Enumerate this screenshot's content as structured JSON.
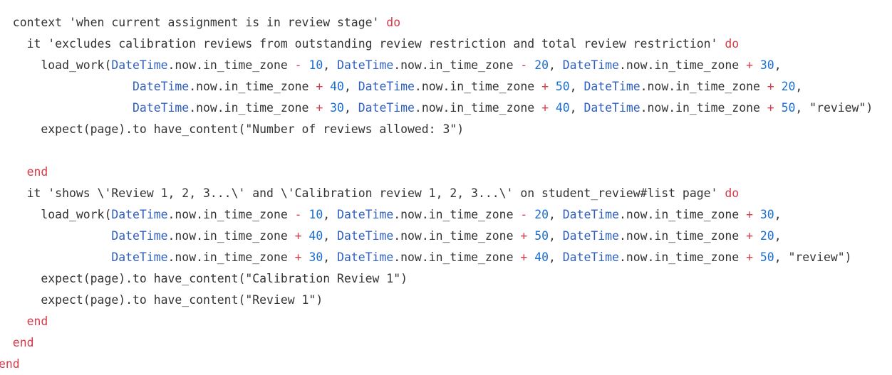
{
  "colors": {
    "keyword": "#d73a49",
    "constant": "#2f5fbf",
    "number": "#1a6fd1",
    "operator": "#d73a49",
    "text": "#333333"
  },
  "code_lines": [
    [
      [
        "plain",
        "  context 'when current assignment is in review stage' "
      ],
      [
        "kw",
        "do"
      ]
    ],
    [
      [
        "plain",
        "    it 'excludes calibration reviews from outstanding review restriction and total review restriction' "
      ],
      [
        "kw",
        "do"
      ]
    ],
    [
      [
        "plain",
        "      load_work("
      ],
      [
        "const",
        "DateTime"
      ],
      [
        "plain",
        ".now.in_time_zone "
      ],
      [
        "op",
        "-"
      ],
      [
        "plain",
        " "
      ],
      [
        "num",
        "10"
      ],
      [
        "plain",
        ", "
      ],
      [
        "const",
        "DateTime"
      ],
      [
        "plain",
        ".now.in_time_zone "
      ],
      [
        "op",
        "-"
      ],
      [
        "plain",
        " "
      ],
      [
        "num",
        "20"
      ],
      [
        "plain",
        ", "
      ],
      [
        "const",
        "DateTime"
      ],
      [
        "plain",
        ".now.in_time_zone "
      ],
      [
        "op",
        "+"
      ],
      [
        "plain",
        " "
      ],
      [
        "num",
        "30"
      ],
      [
        "plain",
        ","
      ]
    ],
    [
      [
        "plain",
        "                   "
      ],
      [
        "const",
        "DateTime"
      ],
      [
        "plain",
        ".now.in_time_zone "
      ],
      [
        "op",
        "+"
      ],
      [
        "plain",
        " "
      ],
      [
        "num",
        "40"
      ],
      [
        "plain",
        ", "
      ],
      [
        "const",
        "DateTime"
      ],
      [
        "plain",
        ".now.in_time_zone "
      ],
      [
        "op",
        "+"
      ],
      [
        "plain",
        " "
      ],
      [
        "num",
        "50"
      ],
      [
        "plain",
        ", "
      ],
      [
        "const",
        "DateTime"
      ],
      [
        "plain",
        ".now.in_time_zone "
      ],
      [
        "op",
        "+"
      ],
      [
        "plain",
        " "
      ],
      [
        "num",
        "20"
      ],
      [
        "plain",
        ","
      ]
    ],
    [
      [
        "plain",
        "                   "
      ],
      [
        "const",
        "DateTime"
      ],
      [
        "plain",
        ".now.in_time_zone "
      ],
      [
        "op",
        "+"
      ],
      [
        "plain",
        " "
      ],
      [
        "num",
        "30"
      ],
      [
        "plain",
        ", "
      ],
      [
        "const",
        "DateTime"
      ],
      [
        "plain",
        ".now.in_time_zone "
      ],
      [
        "op",
        "+"
      ],
      [
        "plain",
        " "
      ],
      [
        "num",
        "40"
      ],
      [
        "plain",
        ", "
      ],
      [
        "const",
        "DateTime"
      ],
      [
        "plain",
        ".now.in_time_zone "
      ],
      [
        "op",
        "+"
      ],
      [
        "plain",
        " "
      ],
      [
        "num",
        "50"
      ],
      [
        "plain",
        ", \"review\")"
      ]
    ],
    [
      [
        "plain",
        "      expect(page).to have_content(\"Number of reviews allowed: 3\")"
      ]
    ],
    [
      [
        "plain",
        ""
      ]
    ],
    [
      [
        "plain",
        "    "
      ],
      [
        "kw",
        "end"
      ]
    ],
    [
      [
        "plain",
        "    it 'shows \\'Review 1, 2, 3...\\' and \\'Calibration review 1, 2, 3...\\' on student_review#list page' "
      ],
      [
        "kw",
        "do"
      ]
    ],
    [
      [
        "plain",
        "      load_work("
      ],
      [
        "const",
        "DateTime"
      ],
      [
        "plain",
        ".now.in_time_zone "
      ],
      [
        "op",
        "-"
      ],
      [
        "plain",
        " "
      ],
      [
        "num",
        "10"
      ],
      [
        "plain",
        ", "
      ],
      [
        "const",
        "DateTime"
      ],
      [
        "plain",
        ".now.in_time_zone "
      ],
      [
        "op",
        "-"
      ],
      [
        "plain",
        " "
      ],
      [
        "num",
        "20"
      ],
      [
        "plain",
        ", "
      ],
      [
        "const",
        "DateTime"
      ],
      [
        "plain",
        ".now.in_time_zone "
      ],
      [
        "op",
        "+"
      ],
      [
        "plain",
        " "
      ],
      [
        "num",
        "30"
      ],
      [
        "plain",
        ","
      ]
    ],
    [
      [
        "plain",
        "                "
      ],
      [
        "const",
        "DateTime"
      ],
      [
        "plain",
        ".now.in_time_zone "
      ],
      [
        "op",
        "+"
      ],
      [
        "plain",
        " "
      ],
      [
        "num",
        "40"
      ],
      [
        "plain",
        ", "
      ],
      [
        "const",
        "DateTime"
      ],
      [
        "plain",
        ".now.in_time_zone "
      ],
      [
        "op",
        "+"
      ],
      [
        "plain",
        " "
      ],
      [
        "num",
        "50"
      ],
      [
        "plain",
        ", "
      ],
      [
        "const",
        "DateTime"
      ],
      [
        "plain",
        ".now.in_time_zone "
      ],
      [
        "op",
        "+"
      ],
      [
        "plain",
        " "
      ],
      [
        "num",
        "20"
      ],
      [
        "plain",
        ","
      ]
    ],
    [
      [
        "plain",
        "                "
      ],
      [
        "const",
        "DateTime"
      ],
      [
        "plain",
        ".now.in_time_zone "
      ],
      [
        "op",
        "+"
      ],
      [
        "plain",
        " "
      ],
      [
        "num",
        "30"
      ],
      [
        "plain",
        ", "
      ],
      [
        "const",
        "DateTime"
      ],
      [
        "plain",
        ".now.in_time_zone "
      ],
      [
        "op",
        "+"
      ],
      [
        "plain",
        " "
      ],
      [
        "num",
        "40"
      ],
      [
        "plain",
        ", "
      ],
      [
        "const",
        "DateTime"
      ],
      [
        "plain",
        ".now.in_time_zone "
      ],
      [
        "op",
        "+"
      ],
      [
        "plain",
        " "
      ],
      [
        "num",
        "50"
      ],
      [
        "plain",
        ", \"review\")"
      ]
    ],
    [
      [
        "plain",
        "      expect(page).to have_content(\"Calibration Review 1\")"
      ]
    ],
    [
      [
        "plain",
        "      expect(page).to have_content(\"Review 1\")"
      ]
    ],
    [
      [
        "plain",
        "    "
      ],
      [
        "kw",
        "end"
      ]
    ],
    [
      [
        "plain",
        "  "
      ],
      [
        "kw",
        "end"
      ]
    ],
    [
      [
        "kw",
        "end"
      ]
    ]
  ]
}
